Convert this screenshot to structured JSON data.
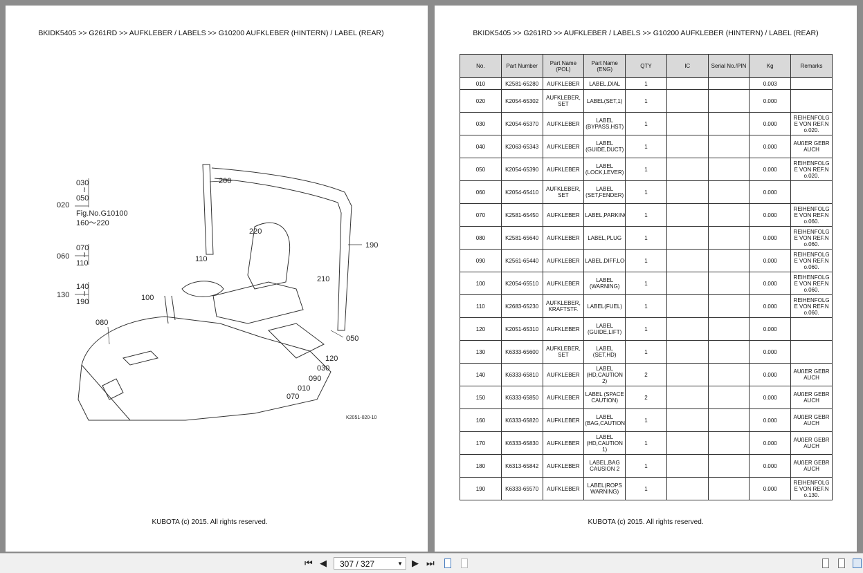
{
  "breadcrumb": "BKIDK5405 >> G261RD >> AUFKLEBER / LABELS >> G10200   AUFKLEBER (HINTERN) / LABEL (REAR)",
  "footer": "KUBOTA (c) 2015. All rights reserved.",
  "diagram": {
    "group_labels": [
      "030",
      "≀",
      "050",
      "020",
      "Fig.No.G10100",
      "160〜220",
      "070",
      "≀",
      "110",
      "060",
      "140",
      "≀",
      "190",
      "130"
    ],
    "callouts": [
      "200",
      "220",
      "190",
      "110",
      "210",
      "100",
      "080",
      "050",
      "120",
      "030",
      "090",
      "010",
      "070"
    ],
    "figure_code": "K2051-020-10"
  },
  "table": {
    "headers": [
      "No.",
      "Part Number",
      "Part Name (POL)",
      "Part Name (ENG)",
      "QTY",
      "IC",
      "Serial No./PIN",
      "Kg",
      "Remarks"
    ],
    "rows": [
      [
        "010",
        "K2581-65280",
        "AUFKLEBER",
        "LABEL,DIAL",
        "1",
        "",
        "",
        "0.003",
        ""
      ],
      [
        "020",
        "K2054-65302",
        "AUFKLEBER, SET",
        "LABEL(SET,1)",
        "1",
        "",
        "",
        "0.000",
        ""
      ],
      [
        "030",
        "K2054-65370",
        "AUFKLEBER",
        "LABEL (BYPASS,HST)",
        "1",
        "",
        "",
        "0.000",
        "REIHENFOLGE VON REF.No.020."
      ],
      [
        "040",
        "K2063-65343",
        "AUFKLEBER",
        "LABEL (GUIDE,DUCT)",
        "1",
        "",
        "",
        "0.000",
        "AUßER GEBRAUCH"
      ],
      [
        "050",
        "K2054-65390",
        "AUFKLEBER",
        "LABEL (LOCK,LEVER)",
        "1",
        "",
        "",
        "0.000",
        "REIHENFOLGE VON REF.No.020."
      ],
      [
        "060",
        "K2054-65410",
        "AUFKLEBER, SET",
        "LABEL (SET,FENDER)",
        "1",
        "",
        "",
        "0.000",
        ""
      ],
      [
        "070",
        "K2581-65450",
        "AUFKLEBER",
        "LABEL,PARKING",
        "1",
        "",
        "",
        "0.000",
        "REIHENFOLGE VON REF.No.060."
      ],
      [
        "080",
        "K2581-65640",
        "AUFKLEBER",
        "LABEL,PLUG",
        "1",
        "",
        "",
        "0.000",
        "REIHENFOLGE VON REF.No.060."
      ],
      [
        "090",
        "K2561-65440",
        "AUFKLEBER",
        "LABEL,DIFF.LOCK",
        "1",
        "",
        "",
        "0.000",
        "REIHENFOLGE VON REF.No.060."
      ],
      [
        "100",
        "K2054-65510",
        "AUFKLEBER",
        "LABEL (WARNING)",
        "1",
        "",
        "",
        "0.000",
        "REIHENFOLGE VON REF.No.060."
      ],
      [
        "110",
        "K2683-65230",
        "AUFKLEBER, KRAFTSTF.",
        "LABEL(FUEL)",
        "1",
        "",
        "",
        "0.000",
        "REIHENFOLGE VON REF.No.060."
      ],
      [
        "120",
        "K2051-65310",
        "AUFKLEBER",
        "LABEL (GUIDE,LIFT)",
        "1",
        "",
        "",
        "0.000",
        ""
      ],
      [
        "130",
        "K6333-65600",
        "AUFKLEBER, SET",
        "LABEL (SET,HD)",
        "1",
        "",
        "",
        "0.000",
        ""
      ],
      [
        "140",
        "K6333-65810",
        "AUFKLEBER",
        "LABEL (HD,CAUTION 2)",
        "2",
        "",
        "",
        "0.000",
        "AUßER GEBRAUCH"
      ],
      [
        "150",
        "K6333-65850",
        "AUFKLEBER",
        "LABEL (SPACE CAUTION)",
        "2",
        "",
        "",
        "0.000",
        "AUßER GEBRAUCH"
      ],
      [
        "160",
        "K6333-65820",
        "AUFKLEBER",
        "LABEL (BAG,CAUTION)",
        "1",
        "",
        "",
        "0.000",
        "AUßER GEBRAUCH"
      ],
      [
        "170",
        "K6333-65830",
        "AUFKLEBER",
        "LABEL (HD,CAUTION 1)",
        "1",
        "",
        "",
        "0.000",
        "AUßER GEBRAUCH"
      ],
      [
        "180",
        "K6313-65842",
        "AUFKLEBER",
        "LABEL,BAG CAUSION 2",
        "1",
        "",
        "",
        "0.000",
        "AUßER GEBRAUCH"
      ],
      [
        "190",
        "K6333-65570",
        "AUFKLEBER",
        "LABEL(ROPS WARNING)",
        "1",
        "",
        "",
        "0.000",
        "REIHENFOLGE VON REF.No.130."
      ]
    ]
  },
  "toolbar": {
    "page_indicator": "307 / 327",
    "icons": [
      "first-page-icon",
      "prev-page-icon",
      "next-page-icon",
      "last-page-icon",
      "fit-page-icon",
      "fit-width-icon",
      "single-page-view-icon",
      "continuous-view-icon",
      "facing-view-icon"
    ]
  }
}
